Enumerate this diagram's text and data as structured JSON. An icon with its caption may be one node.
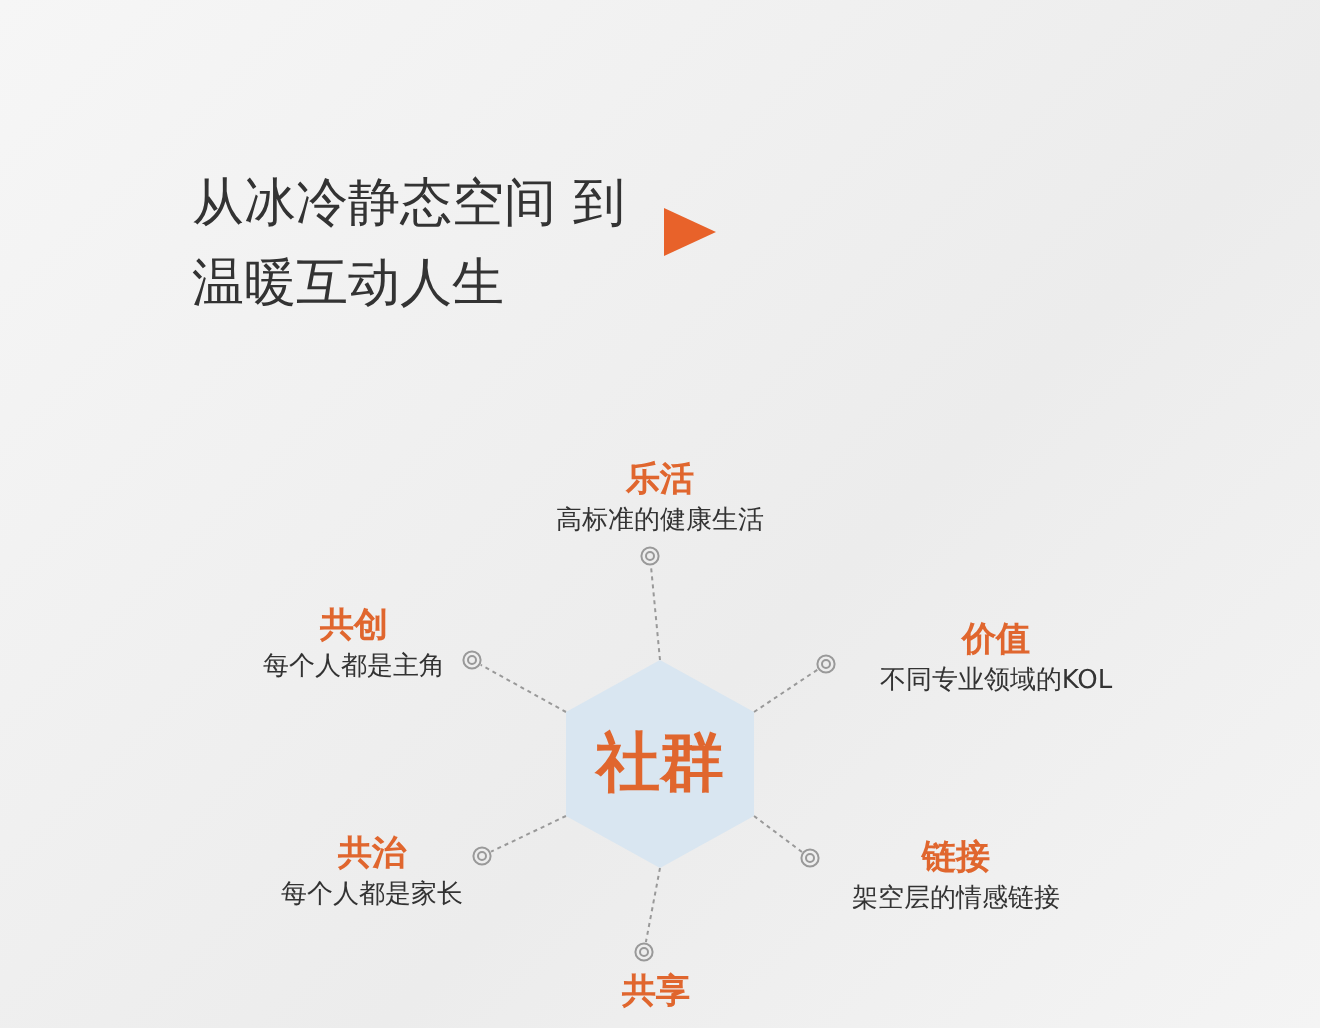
{
  "diagram": {
    "title": "从冰冷静态空间 到温暖互动人生",
    "nodes": [
      {
        "text": [
          "社群"
        ]
      },
      {
        "text": [
          "乐活",
          "高标准的健康生活"
        ]
      },
      {
        "text": [
          "共创",
          "每个人都是主角"
        ]
      },
      {
        "text": [
          "价值",
          "不同专业领域的KOL"
        ]
      },
      {
        "text": [
          "共治",
          "每个人都是家长"
        ]
      },
      {
        "text": [
          "链接",
          "架空层的情感链接"
        ]
      },
      {
        "text": [
          "共享"
        ]
      }
    ],
    "edges": [
      {
        "from": 0,
        "to": 1,
        "arrow": "none",
        "style": "dashed"
      },
      {
        "from": 0,
        "to": 2,
        "arrow": "none",
        "style": "dashed"
      },
      {
        "from": 0,
        "to": 3,
        "arrow": "none",
        "style": "dashed"
      },
      {
        "from": 0,
        "to": 4,
        "arrow": "none",
        "style": "dashed"
      },
      {
        "from": 0,
        "to": 5,
        "arrow": "none",
        "style": "dashed"
      },
      {
        "from": 0,
        "to": 6,
        "arrow": "none",
        "style": "dashed"
      }
    ]
  }
}
